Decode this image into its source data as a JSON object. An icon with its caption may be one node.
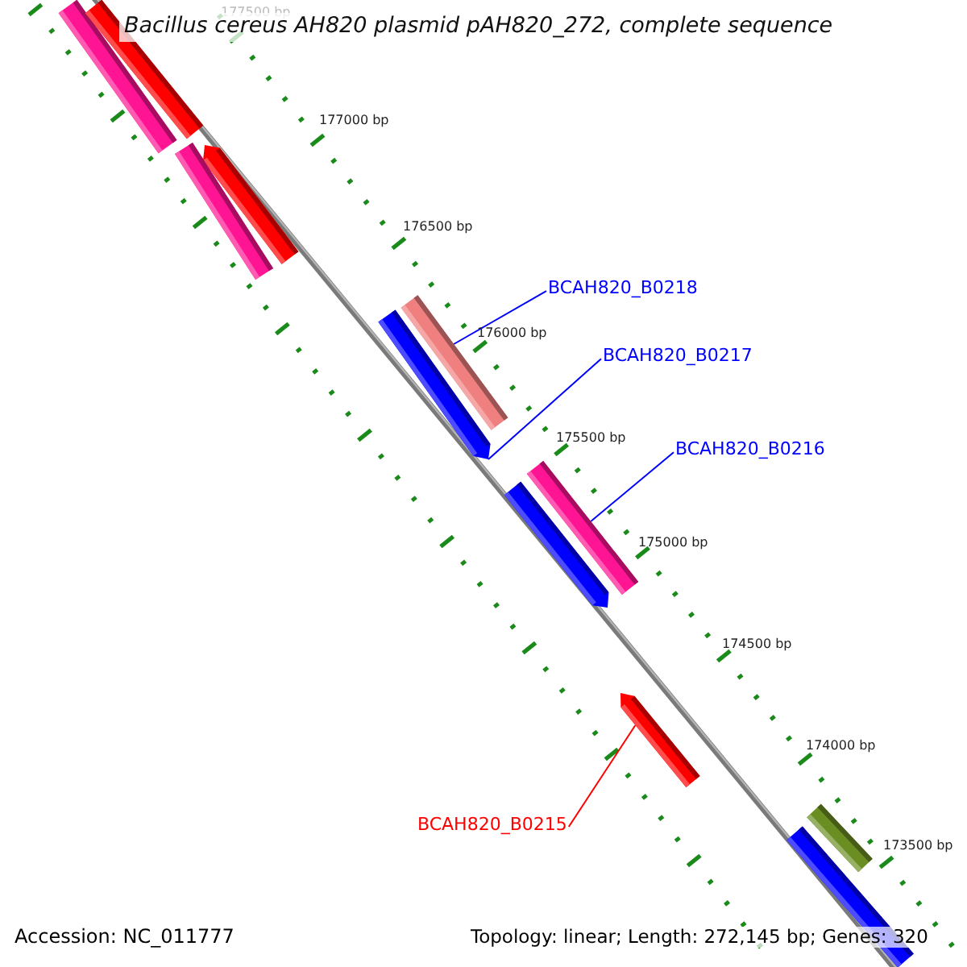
{
  "diagram": {
    "title": "Bacillus cereus AH820 plasmid pAH820_272, complete sequence",
    "nodes": [
      {
        "text": [
          "BCAH820_B0218"
        ]
      },
      {
        "text": [
          "BCAH820_B0217"
        ]
      },
      {
        "text": [
          "BCAH820_B0216"
        ]
      },
      {
        "text": [
          "BCAH820_B0215"
        ]
      },
      {
        "text": [],
        "shape": "bar"
      },
      {
        "text": [],
        "shape": "bar"
      },
      {
        "text": [],
        "shape": "bar"
      },
      {
        "text": [],
        "shape": "bar"
      },
      {
        "text": [],
        "shape": "bar"
      },
      {
        "text": [],
        "shape": "bar"
      },
      {
        "text": [],
        "shape": "bar"
      },
      {
        "text": [],
        "shape": "bar"
      },
      {
        "text": [],
        "shape": "bar"
      },
      {
        "text": [],
        "shape": "bar"
      },
      {
        "text": [],
        "shape": "bar"
      }
    ],
    "edges": [
      {
        "from": 0,
        "to": 8,
        "arrow": "none"
      },
      {
        "from": 1,
        "to": 9,
        "arrow": "none"
      },
      {
        "from": 2,
        "to": 10,
        "arrow": "none"
      },
      {
        "from": 3,
        "to": 12,
        "arrow": "none",
        "color": "#ff0000"
      }
    ],
    "labels": [
      "177500 bp",
      "177000 bp",
      "176500 bp",
      "176000 bp",
      "175500 bp",
      "175000 bp",
      "174500 bp",
      "174000 bp",
      "173500 bp",
      "Accession: NC_011777",
      "Topology: linear; Length: 272,145 bp; Genes: 320"
    ]
  }
}
